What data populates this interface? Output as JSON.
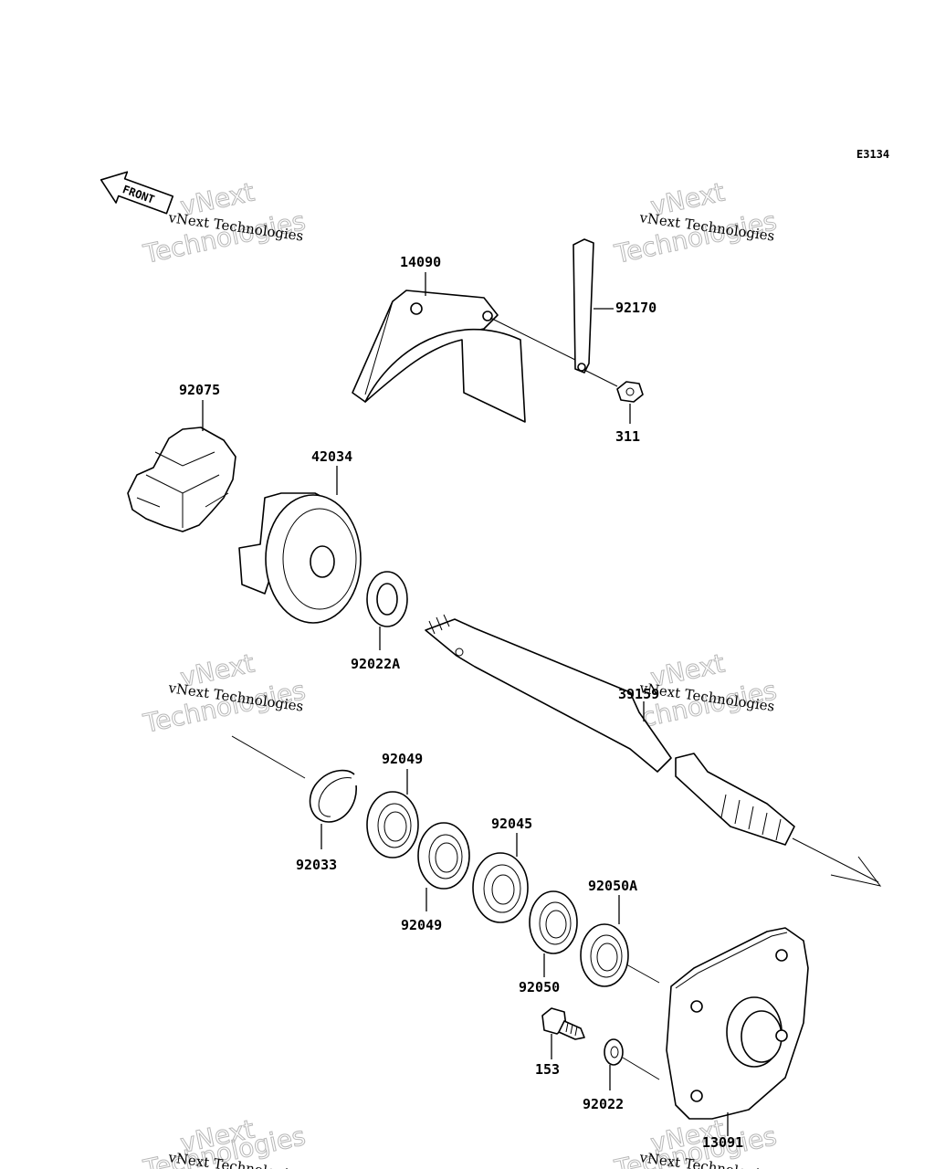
{
  "diagram_code": "E3134",
  "front_label": "FRONT",
  "watermark": {
    "line1": "vNext Technologies",
    "line2": "vNext",
    "line3": "Technologies"
  },
  "parts": {
    "p14090": "14090",
    "p92170": "92170",
    "p311": "311",
    "p92075": "92075",
    "p42034": "42034",
    "p92022A": "92022A",
    "p39159": "39159",
    "p92049a": "92049",
    "p92049b": "92049",
    "p92033": "92033",
    "p92045": "92045",
    "p92050A": "92050A",
    "p92050": "92050",
    "p153": "153",
    "p92022": "92022",
    "p13091": "13091"
  }
}
